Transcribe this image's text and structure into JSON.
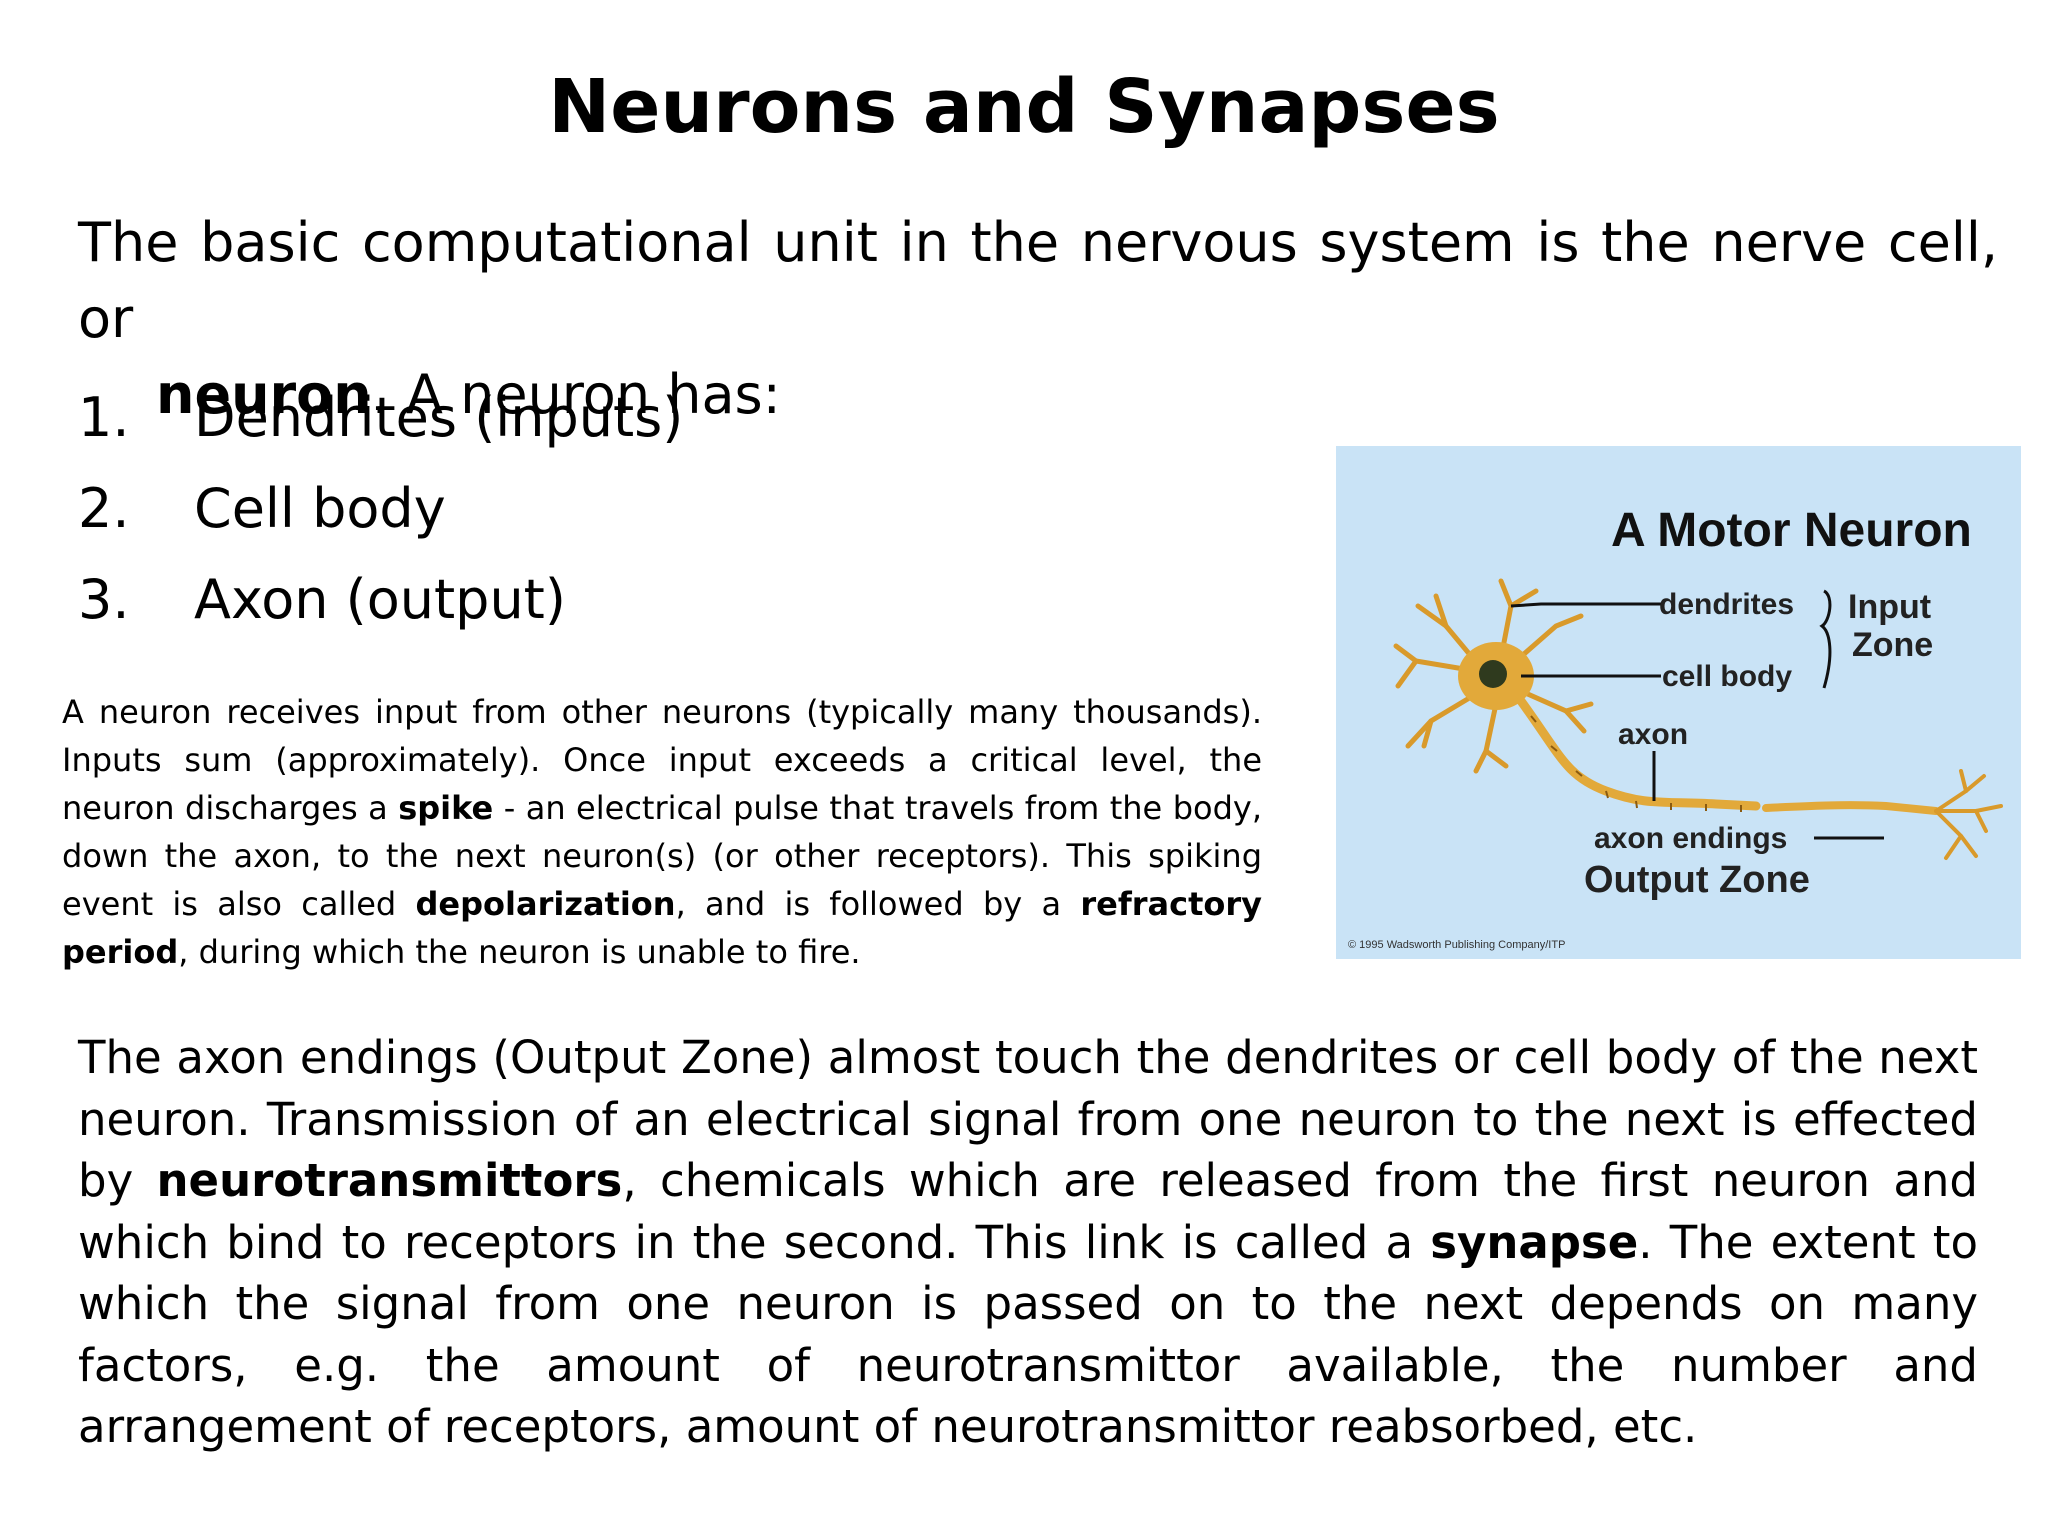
{
  "title": "Neurons and Synapses",
  "intro": {
    "line1": "The basic computational unit in the nervous system is the nerve cell, or",
    "term": "neuron",
    "after_term": ". A neuron has:"
  },
  "list": [
    {
      "num": "1.",
      "text": "Dendrites (inputs)"
    },
    {
      "num": "2.",
      "text": "Cell body"
    },
    {
      "num": "3.",
      "text": "Axon (output)"
    }
  ],
  "detail": {
    "p1": "A neuron receives input from other neurons (typically many thousands). Inputs sum (approximately). Once input exceeds a critical level, the neuron discharges a ",
    "spike": "spike",
    "p2": " - an electrical pulse that travels from the body, down the axon, to the next neuron(s) (or other receptors). This spiking event is also called ",
    "depolarization": "depolarization",
    "p3": ", and is followed by a ",
    "refractory": "refractory period",
    "p4": ", during which the neuron is unable to fire."
  },
  "figure": {
    "title": "A Motor Neuron",
    "dendrites": "dendrites",
    "cell_body": "cell body",
    "input_zone_1": "Input",
    "input_zone_2": "Zone",
    "axon": "axon",
    "axon_endings": "axon endings",
    "output_zone": "Output Zone",
    "copyright": "© 1995 Wadsworth Publishing Company/ITP",
    "colors": {
      "background": "#c9e3f6",
      "neuron": "#e2a93a",
      "nucleus": "#2f3a1e"
    }
  },
  "bottom": {
    "p1": "The axon endings (Output Zone) almost touch the dendrites or cell body of the next neuron. Transmission of an electrical signal from one neuron to the next is effected by ",
    "neurotransmittors": "neurotransmittors",
    "p2": ", chemicals which are released from the first neuron and which bind to receptors in the second. This link is called a ",
    "synapse": "synapse",
    "p3": ". The extent to which the signal from one neuron is passed on to the next depends on many factors, e.g. the amount of neurotransmittor available, the number and arrangement of receptors, amount of neurotransmittor reabsorbed, etc."
  }
}
